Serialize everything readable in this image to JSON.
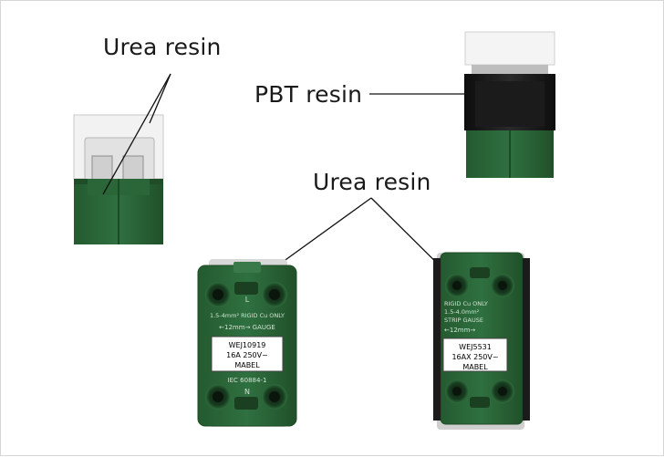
{
  "labels": {
    "urea_top": "Urea resin",
    "pbt": "PBT resin",
    "urea_bottom": "Urea resin"
  },
  "left_device": {
    "plate_lines": [
      "WEJ10919",
      "16A 250V~",
      "MABEL"
    ],
    "top_text": "1.5-4mm² RIGID Cu ONLY",
    "gauge_text": "←12mm→ GAUGE",
    "terminal_top": "L",
    "terminal_bottom": "N",
    "standard": "IEC 60884-1"
  },
  "right_device": {
    "plate_lines": [
      "WEJ5531",
      "16AX 250V~",
      "MABEL"
    ],
    "top_text_1": "RIGID Cu ONLY",
    "top_text_2": "1.5-4.0mm²",
    "top_text_3": "STRIP GAUSE",
    "gauge_text": "←12mm→"
  },
  "colors": {
    "green": "#2e6b3a",
    "green_dark": "#1f4d28",
    "white_part": "#f1f1f1",
    "black_part": "#1a1a1a"
  }
}
